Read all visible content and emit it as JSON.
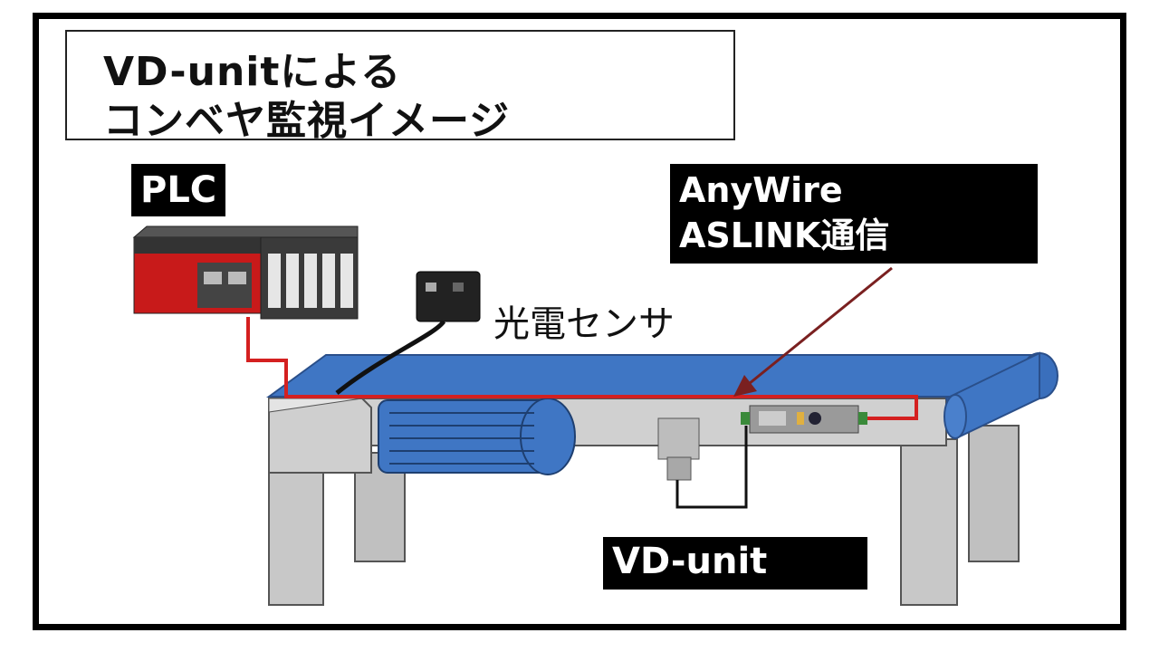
{
  "title": {
    "line1": "VD-unitによる",
    "line2": "コンベヤ監視イメージ"
  },
  "labels": {
    "plc": "PLC",
    "anywire_line1": "AnyWire",
    "anywire_line2": "ASLINK通信",
    "sensor": "光電センサ",
    "vd_unit": "VD-unit"
  },
  "colors": {
    "belt": "#3f76c4",
    "frame": "#c8c8c8",
    "wire": "#d42020",
    "plc_red": "#c81a1a"
  }
}
